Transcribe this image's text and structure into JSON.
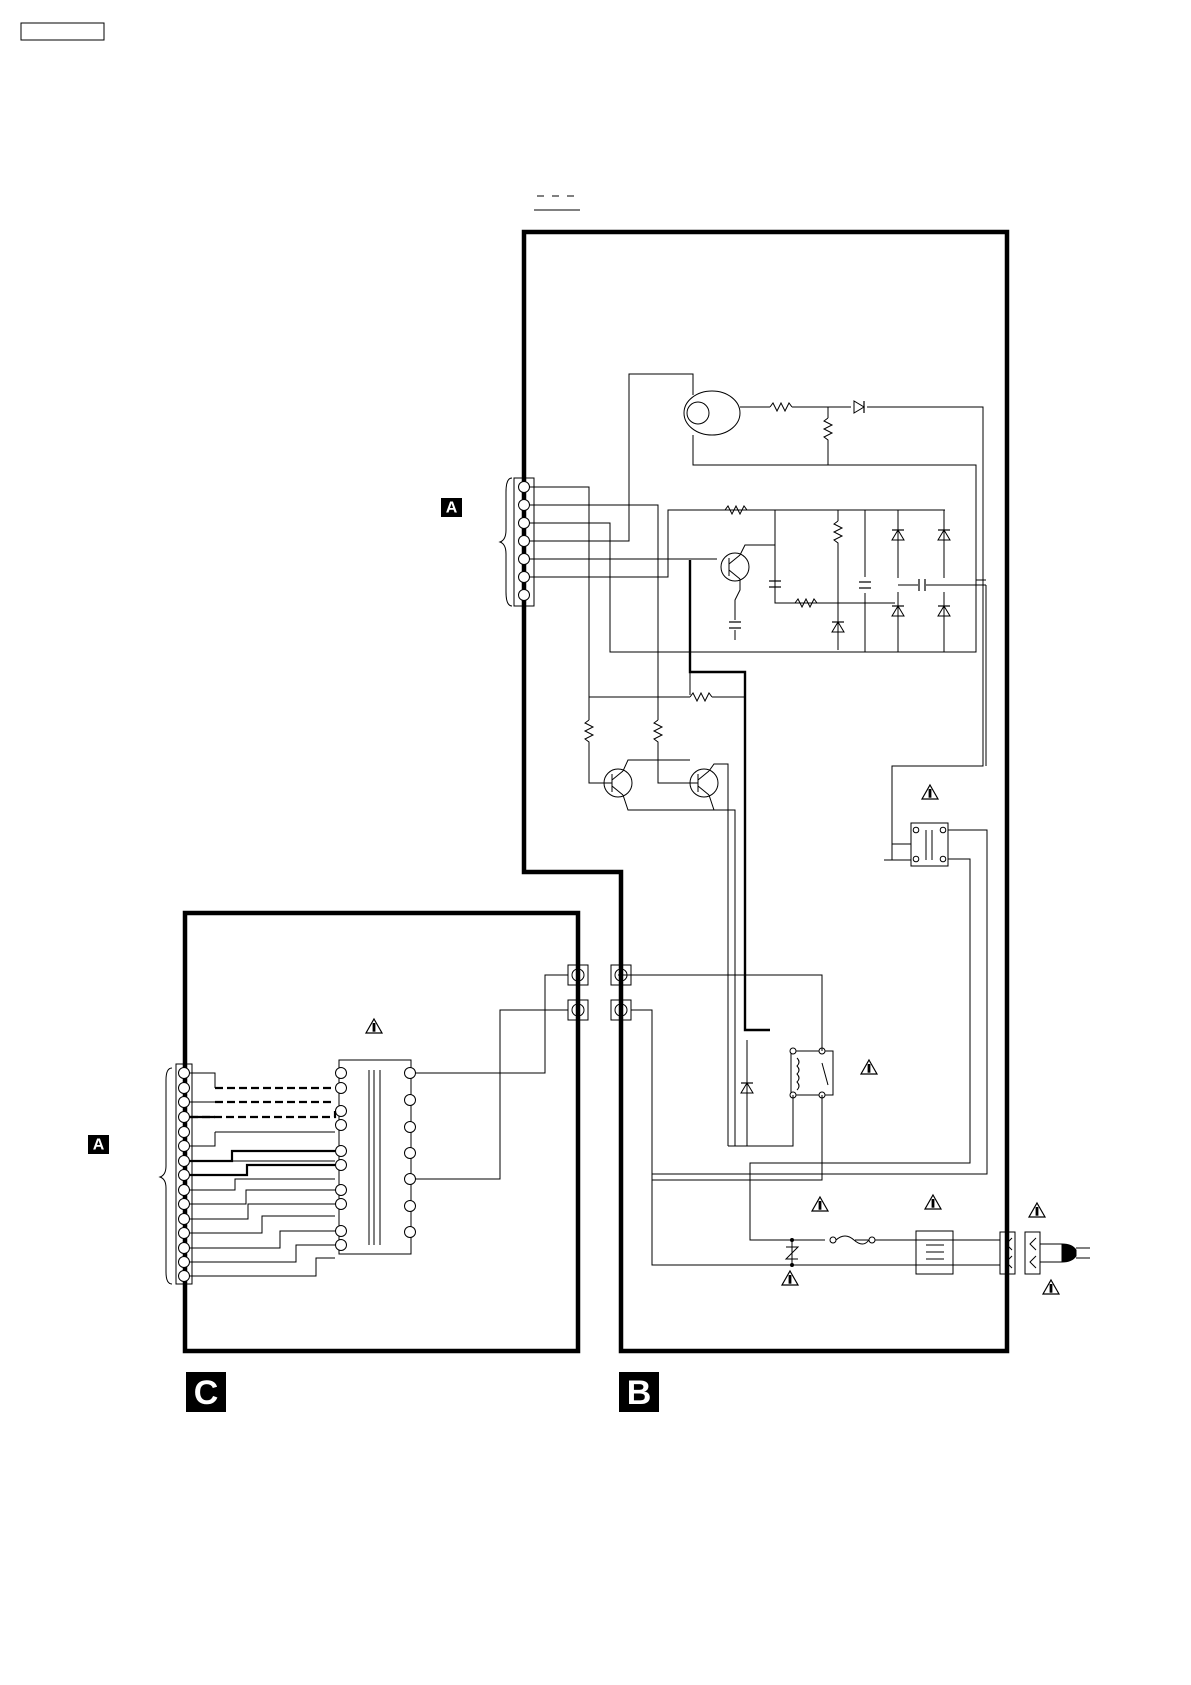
{
  "labels": {
    "section_a": "A",
    "section_b": "B",
    "section_c": "C"
  }
}
